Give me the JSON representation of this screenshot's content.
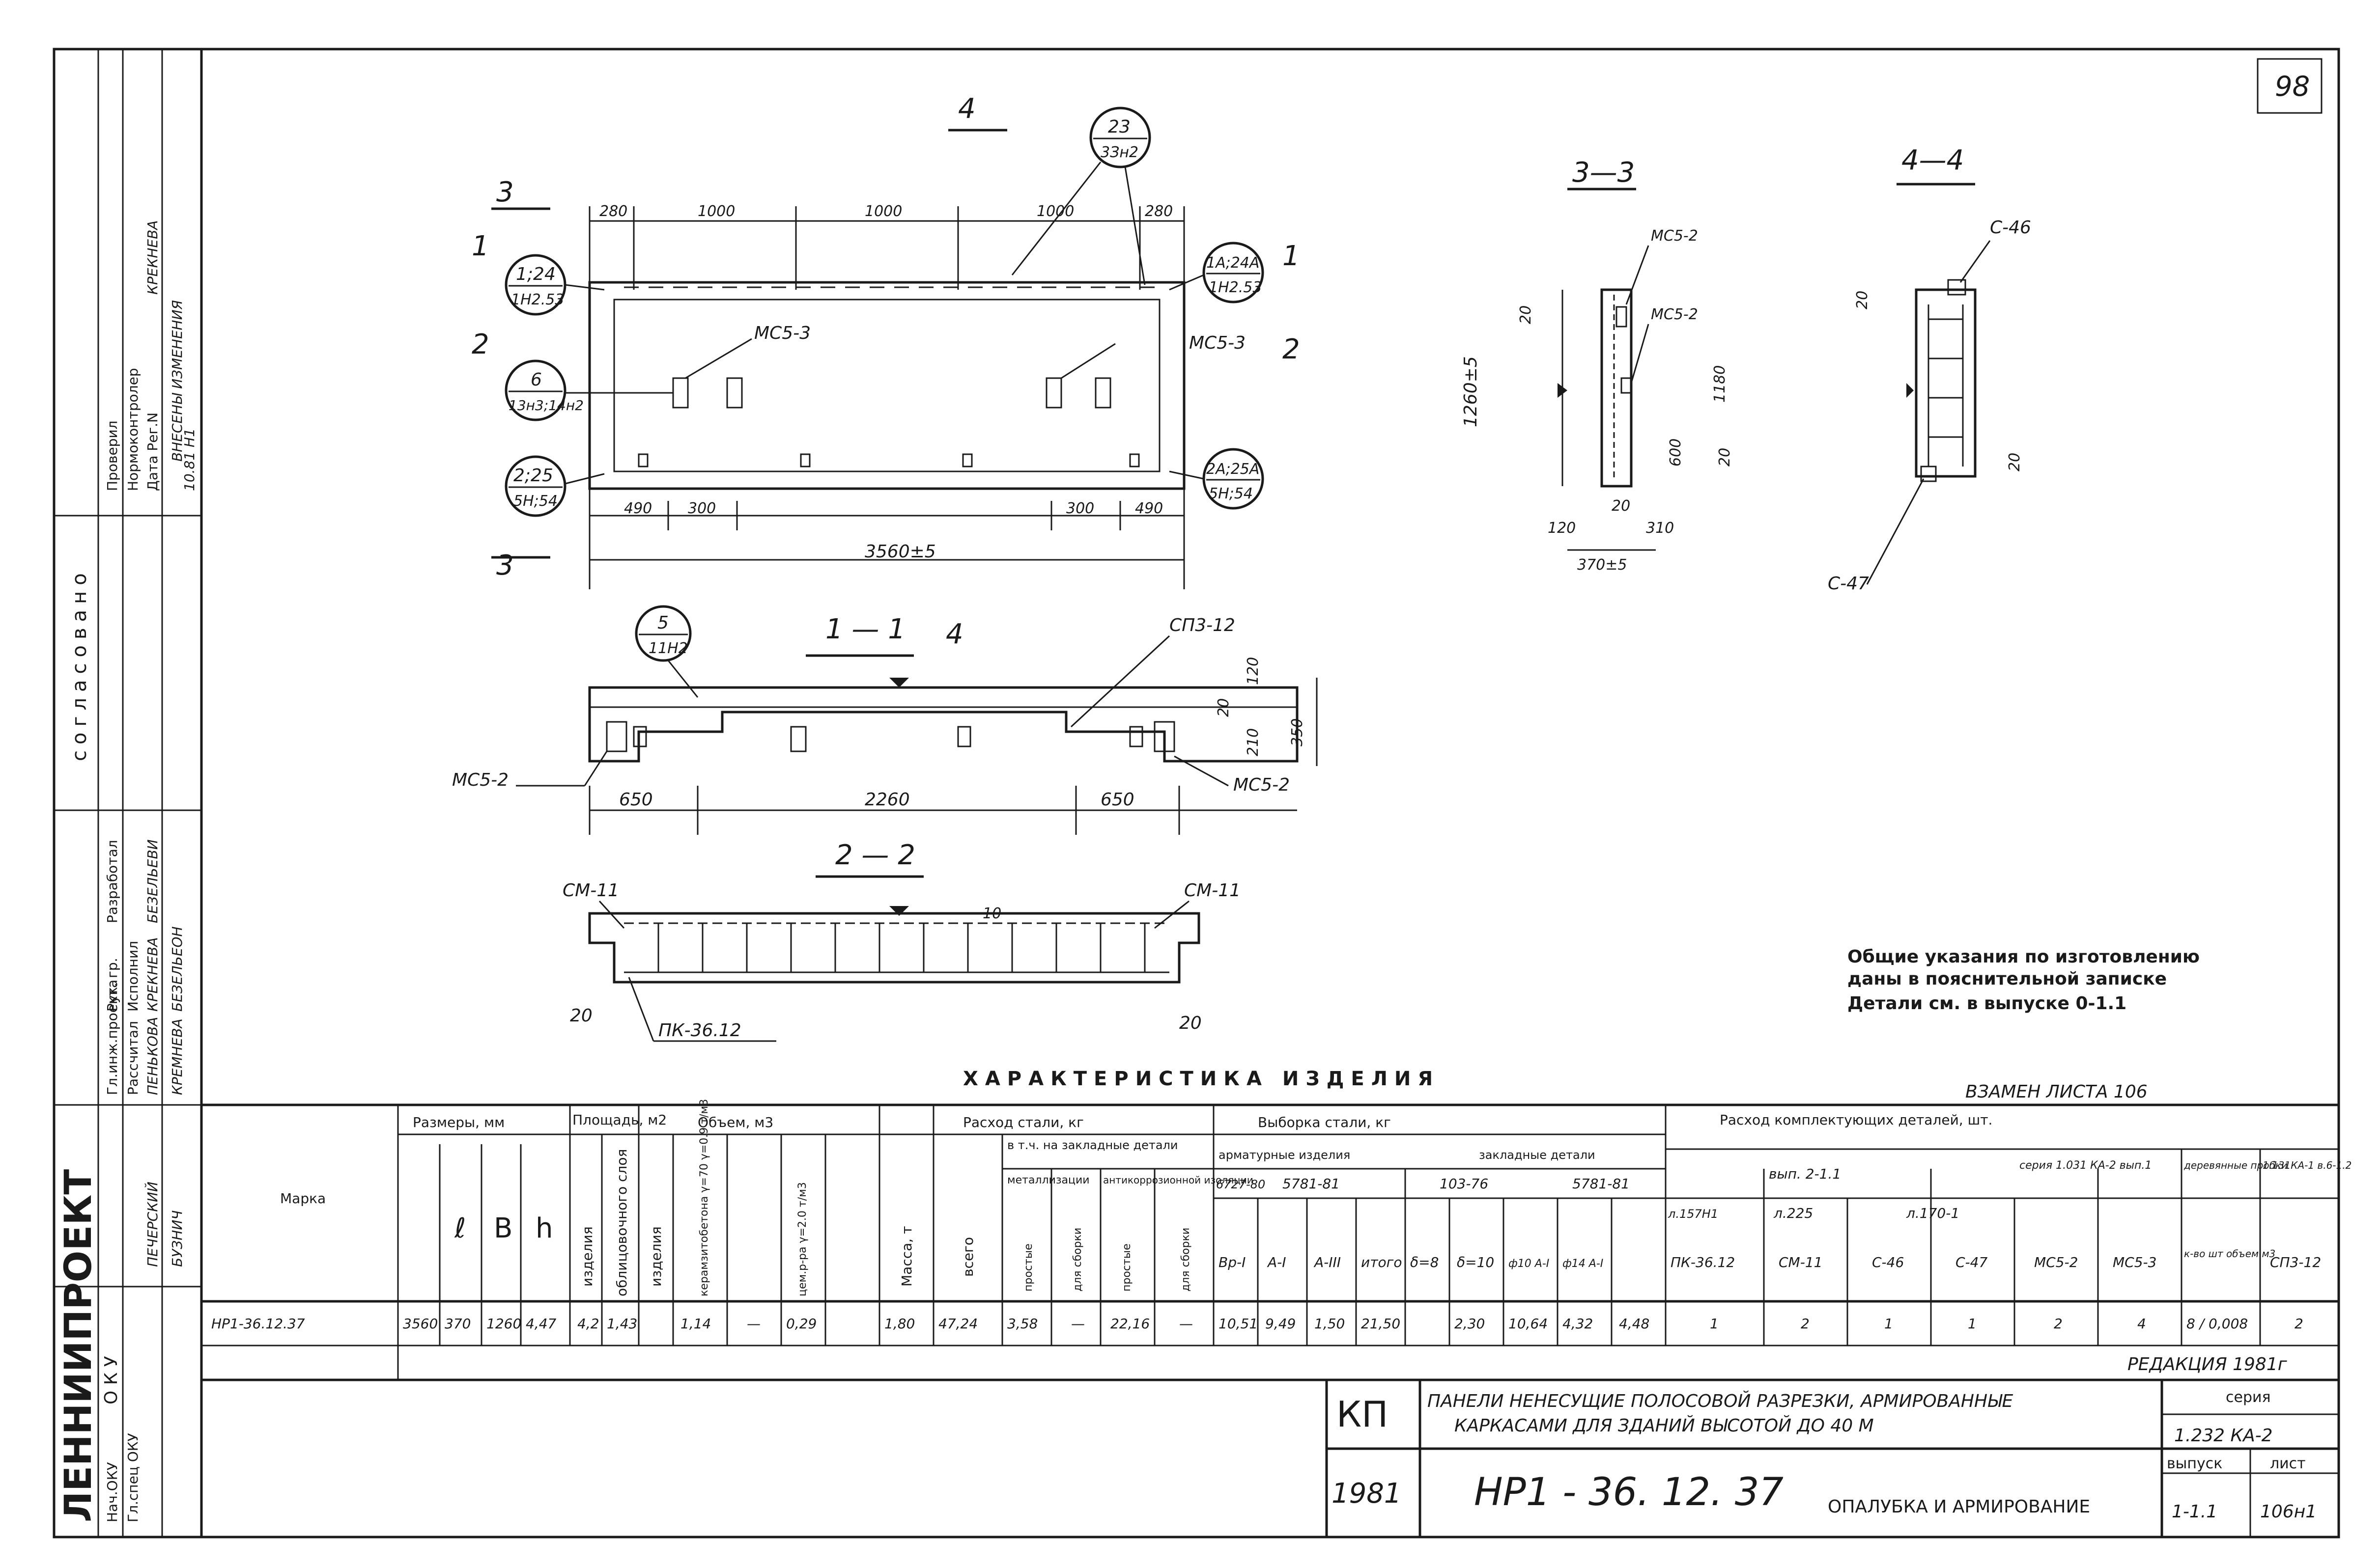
{
  "sheet_number": "98",
  "org_name": "ЛЕННИИПРОЕКТ",
  "okv_label": "О К У",
  "soglasovano": "согласовано",
  "left_stamp": {
    "rows": [
      {
        "role": "Гл.инж.проекта",
        "name": "ПЕНЬКОВА"
      },
      {
        "role": "Рук. гр.",
        "name": "КРЕКНЕВА"
      },
      {
        "role": "Разработал",
        "name": "БЕЗЕЛЬЕВИ"
      },
      {
        "role": "Рассчитал",
        "name": "КРЕМНЕВА"
      },
      {
        "role": "Исполнил",
        "name": "БЕЗЕЛЬЕОН"
      },
      {
        "role": "Проверил",
        "name": "КРЕКНЕВА"
      },
      {
        "role": "Нормоконтролер",
        "name": "ВНЕСЕНЫ ИЗМЕНЕНИЯ"
      },
      {
        "role": "Дата Рег.N",
        "name": "10.81 Н1"
      },
      {
        "role": "",
        "name": "ПЕЧЕРСКИЙ"
      },
      {
        "role": "",
        "name": "БУЗНИЧ"
      },
      {
        "role": "Нач.ОКУ",
        "name": ""
      },
      {
        "role": "Гл.спец ОКУ",
        "name": ""
      }
    ]
  },
  "views": {
    "front": {
      "title": "1—1 / 2—2 / 3—3 / 4—4",
      "callout_top": {
        "num": "23",
        "den": "3Зн2"
      },
      "callout_left_top": {
        "num": "1;24",
        "den": "1Н2.53"
      },
      "callout_right_top": {
        "num": "1А;24А",
        "den": "1Н2.53"
      },
      "callout_left_mid": {
        "num": "6",
        "den": "13н3;14н2"
      },
      "callout_left_bot": {
        "num": "2;25",
        "den": "5Н;54"
      },
      "callout_right_bot": {
        "num": "2А;25А",
        "den": "5Н;54"
      },
      "section_marks": [
        "3",
        "1",
        "2",
        "3",
        "1",
        "2",
        "4"
      ],
      "dims_top": [
        "280",
        "1000",
        "1000",
        "1000",
        "280"
      ],
      "dims_bottom": [
        "490",
        "300",
        "300",
        "490"
      ],
      "overall": "3560±5",
      "labels": [
        "МС5-3",
        "МС5-3"
      ]
    },
    "section_1_1": {
      "title": "1 — 1",
      "mark": "4",
      "callout": {
        "num": "5",
        "den": "11Н2"
      },
      "labels": [
        "СП3-12",
        "МС5-2",
        "МС5-2"
      ],
      "dims": [
        "650",
        "2260",
        "650"
      ],
      "v_dims": [
        "120",
        "20",
        "210",
        "350"
      ]
    },
    "section_2_2": {
      "title": "2 — 2",
      "labels": [
        "СМ-11",
        "СМ-11",
        "ПК-36.12"
      ],
      "dims": [
        "20",
        "20",
        "10"
      ]
    },
    "section_3_3": {
      "title": "3—3",
      "labels": [
        "МС5-2",
        "МС5-2"
      ],
      "dims": [
        "1260±5",
        "1180",
        "600",
        "120",
        "20",
        "310",
        "20",
        "20",
        "370±5"
      ]
    },
    "section_4_4": {
      "title": "4—4",
      "labels": [
        "С-46",
        "С-47"
      ],
      "dims": [
        "20",
        "20"
      ]
    }
  },
  "notes": [
    "Общие указания по изготовлению",
    "даны в пояснительной записке",
    "Детали см. в выпуске  0-1.1"
  ],
  "table_title": "ХАРАКТЕРИСТИКА   ИЗДЕЛИЯ",
  "replaces": "ВЗАМЕН ЛИСТА 106",
  "table": {
    "header_groups": [
      "Марка",
      "Размеры, мм",
      "Площадь, м2",
      "Объем, м3",
      "Масса, т",
      "Расход стали, кг",
      "Выборка стали, кг",
      "Расход комплектующих деталей, шт."
    ],
    "sub_headers": {
      "sizes": [
        "ℓ",
        "В",
        "h"
      ],
      "area": [
        "изделия",
        "облицовочного слоя"
      ],
      "volume": [
        "изделия",
        "керамзитобетона γ=70 γ=0.9 т/м3",
        "цем.р-ра γ=2.0 т/м3"
      ],
      "steel": [
        "всего",
        "в т.ч. на закладные детали",
        "металлизации",
        "антикоррозионной изоляции"
      ],
      "steel_sub": [
        "простые",
        "для сборки",
        "простые",
        "для сборки"
      ],
      "selection": [
        "арматурные изделия",
        "закладные детали"
      ],
      "selection_std": [
        "6727-80",
        "5781-81",
        "103-76",
        "5781-81"
      ],
      "selection_cols": [
        "Вр-I",
        "А-I",
        "А-III",
        "итого",
        "δ=8",
        "δ=10",
        "ф10 А-I",
        "ф14 А-I"
      ],
      "parts_groups": [
        "вып. 2-1.1",
        "серия 1.031 КА-2 вып.1",
        "деревянные пробки",
        "1.131КА-1 в.6-1.2"
      ],
      "parts_sub": [
        "л.157Н1",
        "л.225",
        "л.170-1",
        "",
        "",
        "",
        "к-во шт объем м3",
        ""
      ],
      "parts_cols": [
        "ПК-36.12",
        "СМ-11",
        "С-46",
        "С-47",
        "МС5-2",
        "МС5-3",
        "",
        "СП3-12"
      ]
    },
    "rows": [
      {
        "mark": "НР1-36.12.37",
        "cells": [
          "3560",
          "370",
          "1260",
          "4,47",
          "4,2",
          "1,43",
          "1,14",
          "—",
          "0,29",
          "1,80",
          "47,24",
          "3,58",
          "—",
          "22,16",
          "—",
          "10,51",
          "9,49",
          "1,50",
          "21,50",
          "",
          "2,30",
          "10,64",
          "4,32",
          "4,48",
          "1",
          "2",
          "1",
          "1",
          "2",
          "4",
          "8 / 0,008",
          "2"
        ]
      }
    ]
  },
  "edition": "РЕДАКЦИЯ 1981г",
  "title_block": {
    "code": "КП",
    "year": "1981",
    "title_line1": "ПАНЕЛИ НЕНЕСУЩИЕ ПОЛОСОВОЙ РАЗРЕЗКИ, АРМИРОВАННЫЕ",
    "title_line2": "КАРКАСАМИ ДЛЯ ЗДАНИЙ ВЫСОТОЙ ДО 40 М",
    "mark": "НР1 - 36. 12. 37",
    "description": "ОПАЛУБКА И АРМИРОВАНИЕ",
    "series_label": "серия",
    "series": "1.232 КА-2",
    "issue_label": "выпуск",
    "issue": "1-1.1",
    "sheet_label": "лист",
    "sheet": "106н1"
  }
}
